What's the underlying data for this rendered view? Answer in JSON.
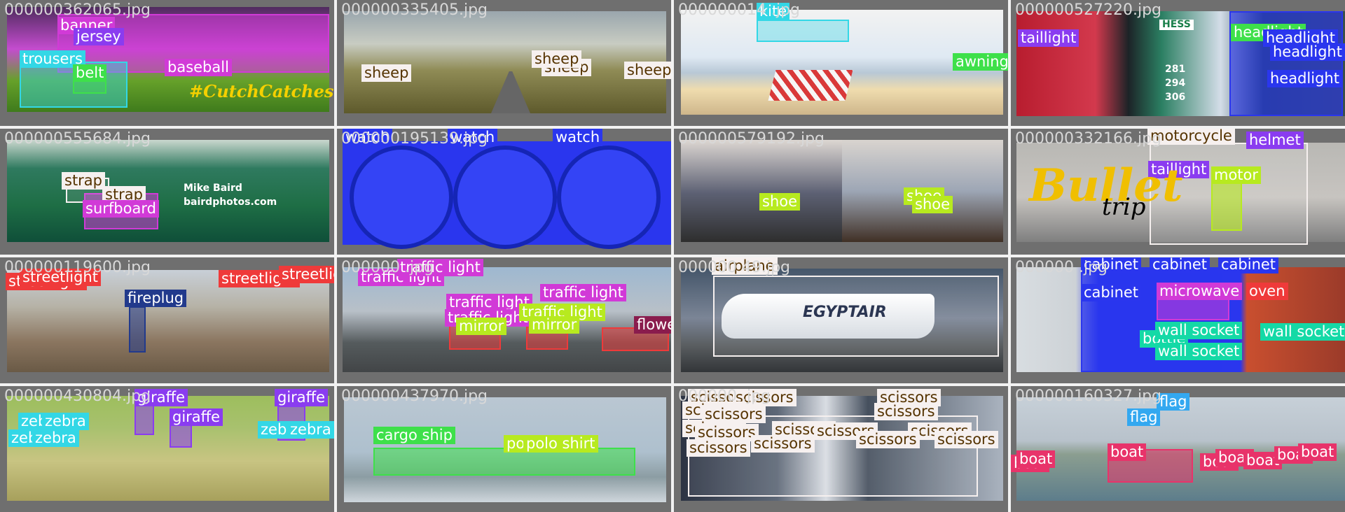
{
  "tiles": [
    {
      "file": "000000362065.jpg",
      "labels": [
        "banner",
        "jersey",
        "trousers",
        "belt",
        "baseball"
      ],
      "overlay_text": "#CutchCatches"
    },
    {
      "file": "000000335405.jpg",
      "labels": [
        "sheep",
        "sheep",
        "sheep",
        "sheep"
      ]
    },
    {
      "file": "000000014 .jpg",
      "labels": [
        "kite",
        "awning"
      ]
    },
    {
      "file": "000000527220.jpg",
      "labels": [
        "taillight",
        "headlight",
        "headlight",
        "headlight",
        "headlight"
      ],
      "sign_text": [
        "HESS",
        "281",
        "294",
        "306"
      ]
    },
    {
      "file": "000000555684.jpg",
      "labels": [
        "strap",
        "strap",
        "surfboard"
      ],
      "credit": [
        "Mike Baird",
        "bairdphotos.com"
      ]
    },
    {
      "file": "000000195139.jpg",
      "labels": [
        "watch",
        "watch",
        "watch"
      ]
    },
    {
      "file": "000000579192.jpg",
      "labels": [
        "shoe",
        "shoe",
        "shoe"
      ]
    },
    {
      "file": "000000332166.jpg",
      "labels": [
        "motorcycle",
        "helmet",
        "taillight",
        "motor"
      ],
      "logo_text": [
        "Bullet",
        "trip"
      ]
    },
    {
      "file": "000000119600.jpg",
      "labels": [
        "streetlight",
        "streetlight",
        "streetlight",
        "streetlight",
        "fireplug"
      ]
    },
    {
      "file": "000000 .jpg",
      "labels": [
        "traffic light",
        "traffic light",
        "traffic light",
        "traffic light",
        "traffic light",
        "traffic light",
        "mirror",
        "mirror",
        "flowerpot"
      ]
    },
    {
      "file": "000000   49.jpg",
      "labels": [
        "airplane"
      ],
      "plane_text": "EGYPTAIR"
    },
    {
      "file": "000000 .jpg",
      "labels": [
        "cabinet",
        "cabinet",
        "cabinet",
        "cabinet",
        "microwave",
        "oven",
        "bottle",
        "wall socket",
        "wall socket",
        "wall socket"
      ]
    },
    {
      "file": "000000430804.jpg",
      "labels": [
        "giraffe",
        "giraffe",
        "giraffe",
        "zebra",
        "zebra",
        "zebra",
        "zebra",
        "zebra",
        "zebra"
      ]
    },
    {
      "file": "000000437970.jpg",
      "labels": [
        "cargo ship",
        "polo shirt",
        "polo shirt"
      ]
    },
    {
      "file": "000000 .jpg",
      "labels": [
        "scissors",
        "scissors",
        "scissors",
        "scissors",
        "scissors",
        "scissors",
        "scissors",
        "scissors",
        "scissors",
        "scissors",
        "scissors",
        "scissors",
        "scissors",
        "scissors",
        "scissors"
      ]
    },
    {
      "file": "000000160327.jpg",
      "labels": [
        "flag",
        "flag",
        "boat",
        "boat",
        "boat",
        "boat",
        "boat",
        "boat",
        "boat",
        "boat"
      ]
    }
  ],
  "colors": {
    "magenta": "#d13ad7",
    "purple": "#8a3cf0",
    "cyan": "#33d7e6",
    "green": "#3ee04a",
    "blue": "#2a36ee",
    "pink": "#e8336a",
    "red": "#ef3a3a",
    "lime": "#b7ea1f",
    "white": "#f6f0ef",
    "teal": "#14d9a6",
    "navy": "#223a8c"
  }
}
